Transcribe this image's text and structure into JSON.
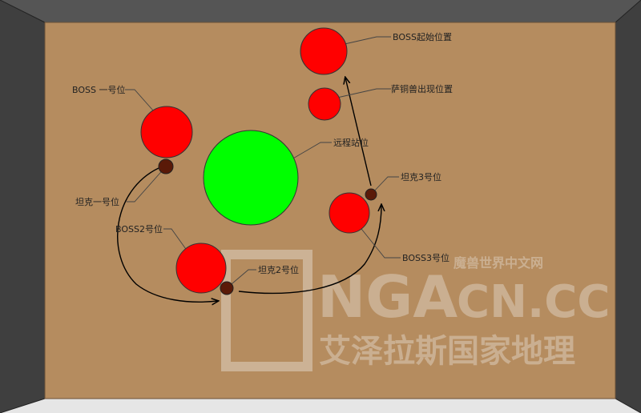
{
  "colors": {
    "wall": "#4a4a4a",
    "floor": "#b58c5f",
    "boss": "#ff0000",
    "ranged": "#00ff00",
    "tank": "#5a1a08",
    "arrow": "#000000",
    "watermark": "#e8e0d6"
  },
  "labels": {
    "boss_start": "BOSS起始位置",
    "sa_appear": "萨铜兽出现位置",
    "boss_pos1": "BOSS 一号位",
    "ranged_station": "远程站位",
    "tank_pos1": "坦克一号位",
    "tank_pos3": "坦克3号位",
    "boss_pos2": "BOSS2号位",
    "tank_pos2": "坦克2号位",
    "boss_pos3": "BOSS3号位"
  },
  "watermark": {
    "logo_text": "NGA",
    "domain_text": "CN.CC",
    "cn_small": "魔兽世界中文网",
    "cn_large": "艾泽拉斯国家地理"
  }
}
